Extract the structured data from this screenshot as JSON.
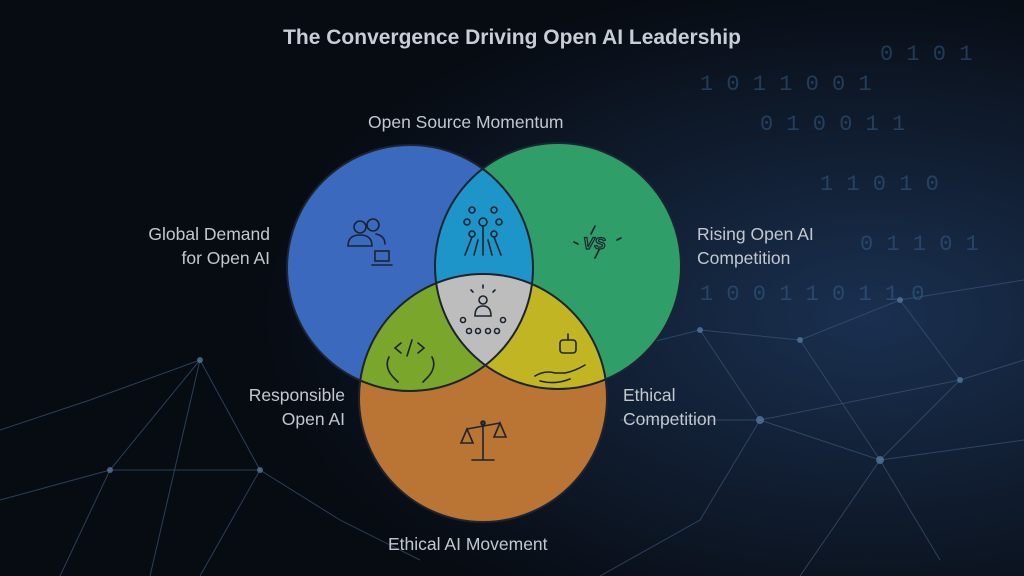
{
  "title": "The Convergence Driving Open AI Leadership",
  "labels": {
    "open_source": "Open Source Momentum",
    "global_demand_line1": "Global Demand",
    "global_demand_line2": "for Open AI",
    "rising_line1": "Rising Open AI",
    "rising_line2": "Competition",
    "responsible_line1": "Responsible",
    "responsible_line2": "Open AI",
    "ethical_comp_line1": "Ethical",
    "ethical_comp_line2": "Competition",
    "ethical_movement": "Ethical AI Movement"
  },
  "colors": {
    "blue": "#3b69bd",
    "green": "#2f9e68",
    "orange": "#c47a36",
    "blue_green": "#1e95c9",
    "blue_orange": "#7aa62c",
    "green_orange": "#c2b524",
    "center": "#bdbdbd"
  },
  "icons": {
    "blue": "users-laptop-icon",
    "green": "versus-icon",
    "orange": "scales-icon",
    "blue_green": "network-community-icon",
    "blue_orange": "code-hands-icon",
    "green_orange": "robot-hand-icon",
    "center": "leader-audience-icon"
  }
}
